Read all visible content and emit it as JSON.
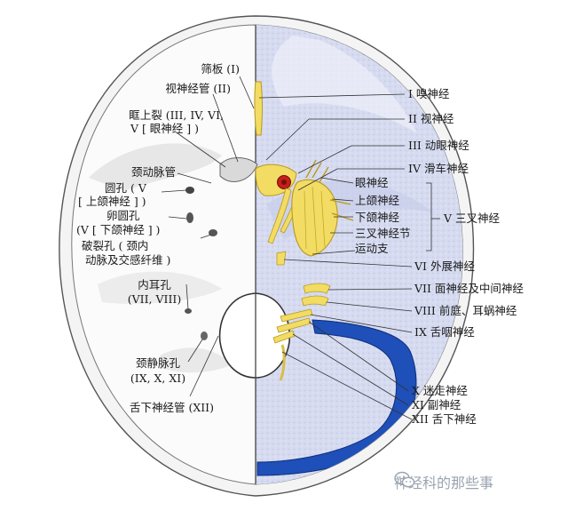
{
  "labels_left": {
    "cribriform": "筛板 (I)",
    "optic_canal": "视神经管 (II)",
    "sup_orbital_1": "眶上裂 (III, IV, VI,",
    "sup_orbital_2": "V [ 眼神经 ] )",
    "carotid_canal": "颈动脉管",
    "rotundum_1": "圆孔 ( V",
    "rotundum_2": "[ 上颌神经 ] )",
    "ovale_1": "卵圆孔",
    "ovale_2": "(V [ 下颌神经 ] )",
    "lacerum_1": "破裂孔 ( 颈内",
    "lacerum_2": "动脉及交感纤维 )",
    "meatus_1": "内耳孔",
    "meatus_2": "(VII, VIII)",
    "jugular_1": "颈静脉孔",
    "jugular_2": "(IX, X, XI)",
    "hypoglossal_canal": "舌下神经管 (XII)"
  },
  "labels_right": {
    "n1": "I 嗅神经",
    "n2": "II 视神经",
    "n3": "III 动眼神经",
    "n4": "IV 滑车神经",
    "ophthalmic": "眼神经",
    "maxillary": "上颌神经",
    "mandibular": "下颌神经",
    "ganglion": "三叉神经节",
    "motor_root": "运动支",
    "n5": "V 三叉神经",
    "n6": "VI 外展神经",
    "n7": "VII 面神经及中间神经",
    "n8": "VIII 前庭、耳蜗神经",
    "n9": "IX 舌咽神经",
    "n10": "X 迷走神经",
    "n11": "XI 副神经",
    "n12": "XII 舌下神经"
  },
  "watermark": "神经科的那些事",
  "colors": {
    "bone": "#fbfbfb",
    "bone_shadow": "#d9d9d9",
    "dura": "#d7dcf0",
    "sinus": "#1f4fb8",
    "nerve": "#f2dc63",
    "nerve_edge": "#b99a1f",
    "artery": "#c4201a"
  }
}
